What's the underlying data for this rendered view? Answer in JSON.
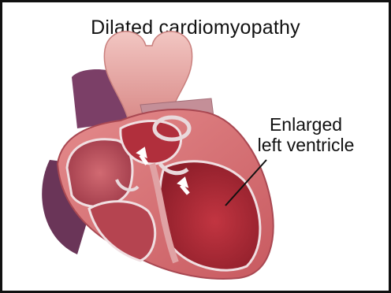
{
  "diagram": {
    "title": "Dilated cardiomyopathy",
    "callout": {
      "line1": "Enlarged",
      "line2": "left ventricle"
    }
  },
  "colors": {
    "frame": "#111111",
    "myocardium": "#d86a6e",
    "chamber": "#b8323c",
    "aorta": "#e7a3a0",
    "vein": "#7b3f67",
    "valve": "#e9d9dc"
  }
}
